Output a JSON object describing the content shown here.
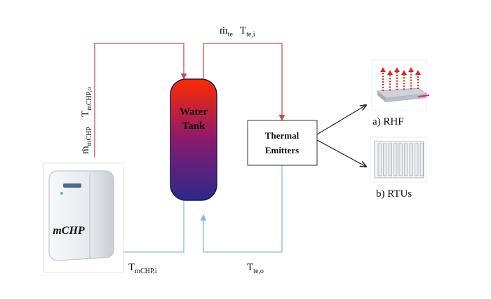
{
  "colors": {
    "hot_pipe": "#c0504d",
    "cold_pipe": "#8eb4e3",
    "arrow_dark": "#222222",
    "tank_top": "#ff2a00",
    "tank_mid": "#8a1a6e",
    "tank_bottom": "#2a2a8a",
    "mchp_body": "#eef1f4",
    "rhf_arrows": "#e02020"
  },
  "tank": {
    "label_line1": "Water",
    "label_line2": "Tank"
  },
  "emitters": {
    "label_line1": "Thermal",
    "label_line2": "Emitters"
  },
  "mchp": {
    "label": "mCHP"
  },
  "flows": {
    "mchp_out_m": "ṁ",
    "mchp_out_m_sub": "mCHP",
    "mchp_out_T": "T",
    "mchp_out_T_sub": "mCHP,o",
    "te_m": "ṁ",
    "te_m_sub": "te",
    "te_T": "T",
    "te_T_sub": "te,i",
    "te_out_T": "T",
    "te_out_T_sub": "te,o",
    "mchp_in_T": "T",
    "mchp_in_T_sub": "mCHP,i"
  },
  "options": {
    "rhf_label": "a) RHF",
    "rtu_label": "b) RTUs"
  },
  "icons": [
    "mchp-unit-icon",
    "radiant-floor-icon",
    "radiator-icon"
  ]
}
